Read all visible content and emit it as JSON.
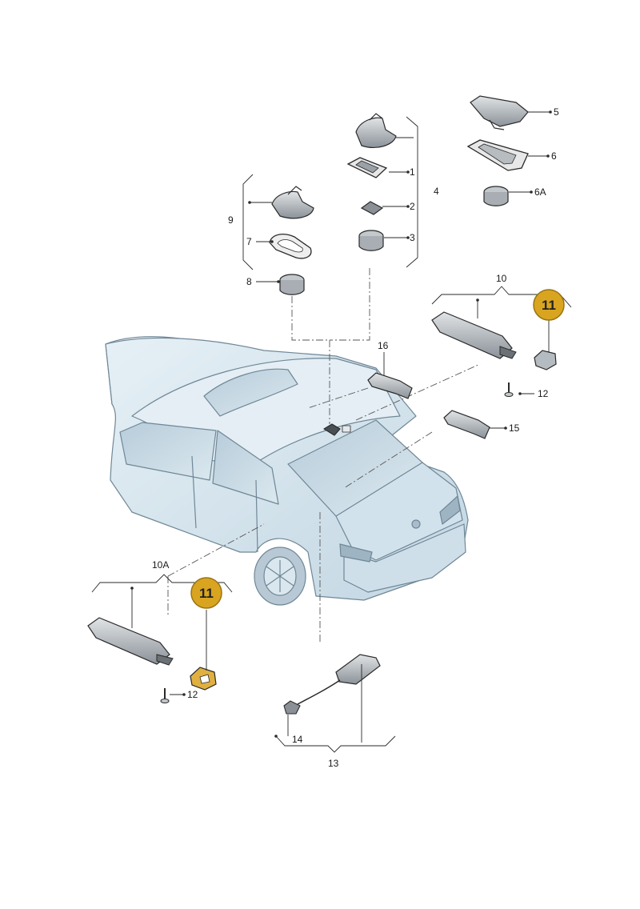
{
  "colors": {
    "background": "#ffffff",
    "line": "#2a2a2a",
    "body_fill": "#d6e6ef",
    "body_stroke": "#6f8796",
    "part_fill": "#c9cdd0",
    "part_dark": "#4a4f55",
    "badge_fill": "#d9a520",
    "badge_stroke": "#9a7412",
    "highlight_part": "#e0b040"
  },
  "labels": {
    "p1": "1",
    "p2": "2",
    "p3": "3",
    "p4": "4",
    "p5": "5",
    "p6": "6",
    "p6a": "6A",
    "p7": "7",
    "p8": "8",
    "p9": "9",
    "p10": "10",
    "p10a": "10A",
    "p12a": "12",
    "p12b": "12",
    "p13": "13",
    "p14": "14",
    "p15": "15",
    "p16": "16"
  },
  "badges": {
    "top": "11",
    "bottom": "11"
  }
}
